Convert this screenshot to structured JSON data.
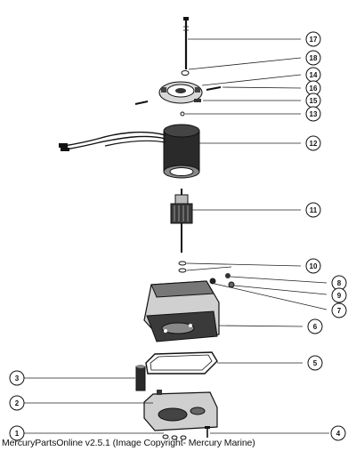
{
  "caption": "MercuryPartsOnline v2.5.1 (Image Copyright- Mercury Marine)",
  "callouts": [
    "17",
    "18",
    "14",
    "16",
    "15",
    "13",
    "12",
    "11",
    "10",
    "8",
    "9",
    "7",
    "6",
    "5",
    "3",
    "2",
    "1",
    "4"
  ],
  "colors": {
    "ink": "#111111",
    "background": "#ffffff",
    "shade": "#555555"
  }
}
